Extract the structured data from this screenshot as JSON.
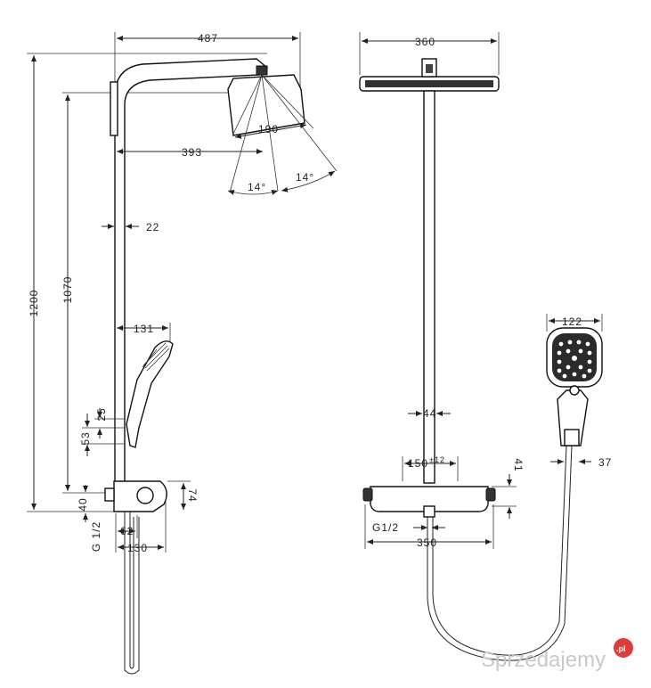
{
  "dimensions": {
    "side_width": "487",
    "side_head_diam": "190",
    "side_projection": "393",
    "side_angle_left": "14°",
    "side_angle_right": "14°",
    "side_pipe": "22",
    "side_total_height": "1200",
    "side_head_height": "1070",
    "side_hand_width": "131",
    "side_25": "25",
    "side_53": "53",
    "side_40": "40",
    "side_74": "74",
    "side_g12": "G 1/2",
    "side_62": "62",
    "side_130": "130",
    "front_head_width": "360",
    "front_pipe": "44",
    "front_150": "150",
    "front_150_tol": "±12",
    "front_41": "41",
    "front_g12": "G1/2",
    "front_350": "350",
    "hand_width": "122",
    "hand_37": "37"
  },
  "watermark": {
    "text": "Sprzedajemy",
    "suffix": ".pl"
  },
  "colors": {
    "line": "#222222",
    "part_fill": "#ffffff",
    "dark": "#333333",
    "watermark": "#c9c9c9",
    "badge": "#e03a3a"
  }
}
